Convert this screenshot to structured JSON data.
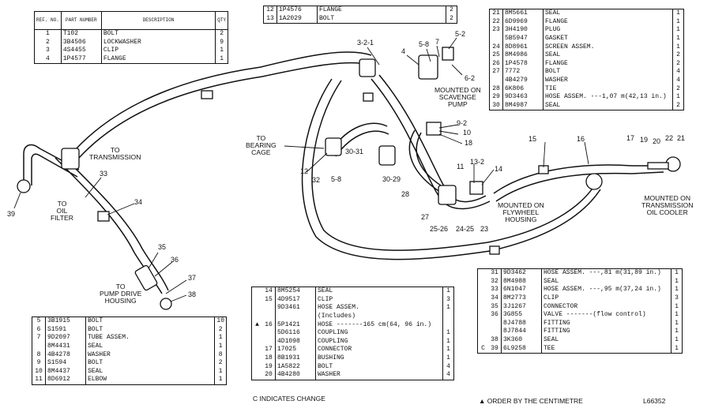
{
  "table_top_left": {
    "headers": {
      "ref": "REF. NO.",
      "part": "PART NUMBER",
      "desc": "DESCRIPTION",
      "qty": "QTY"
    },
    "rows": [
      {
        "ref": "1",
        "part": "T102",
        "desc": "BOLT",
        "qty": "2"
      },
      {
        "ref": "2",
        "part": "3B4506",
        "desc": "LOCKWASHER",
        "qty": "9"
      },
      {
        "ref": "3",
        "part": "4S4455",
        "desc": "CLIP",
        "qty": "1"
      },
      {
        "ref": "4",
        "part": "1P4577",
        "desc": "FLANGE",
        "qty": "1"
      }
    ]
  },
  "table_top_mid": {
    "rows": [
      {
        "ref": "12",
        "part": "1P4576",
        "desc": "FLANGE",
        "qty": "2"
      },
      {
        "ref": "13",
        "part": "1A2029",
        "desc": "BOLT",
        "qty": "2"
      }
    ]
  },
  "table_top_right": {
    "rows": [
      {
        "ref": "21",
        "part": "8M5661",
        "desc": "SEAL",
        "qty": "1"
      },
      {
        "ref": "22",
        "part": "6D9969",
        "desc": "FLANGE",
        "qty": "1"
      },
      {
        "ref": "23",
        "part": "3H4190",
        "desc": "PLUG",
        "qty": "1"
      },
      {
        "ref": "",
        "part": "5B5947",
        "desc": "GASKET",
        "qty": "1"
      },
      {
        "ref": "24",
        "part": "8D8961",
        "desc": "SCREEN ASSEM.",
        "qty": "1"
      },
      {
        "ref": "25",
        "part": "8M4986",
        "desc": "SEAL",
        "qty": "2"
      },
      {
        "ref": "26",
        "part": "1P4578",
        "desc": "FLANGE",
        "qty": "2"
      },
      {
        "ref": "27",
        "part": "7772",
        "desc": "BOLT",
        "qty": "4"
      },
      {
        "ref": "",
        "part": "4B4279",
        "desc": "WASHER",
        "qty": "4"
      },
      {
        "ref": "28",
        "part": "6K806",
        "desc": "TIE",
        "qty": "2"
      },
      {
        "ref": "29",
        "part": "9D3463",
        "desc": "HOSE ASSEM. ---1,07 m(42,13 in.)",
        "qty": "1"
      },
      {
        "ref": "30",
        "part": "8M4987",
        "desc": "SEAL",
        "qty": "2"
      }
    ]
  },
  "table_bottom_left": {
    "rows": [
      {
        "ref": "5",
        "part": "3B1915",
        "desc": "BOLT",
        "qty": "10"
      },
      {
        "ref": "6",
        "part": "S1591",
        "desc": "BOLT",
        "qty": "2"
      },
      {
        "ref": "7",
        "part": "9D2097",
        "desc": "TUBE ASSEM.",
        "qty": "1"
      },
      {
        "ref": "",
        "part": "8M4431",
        "desc": "SEAL",
        "qty": "1"
      },
      {
        "ref": "8",
        "part": "4B4278",
        "desc": "WASHER",
        "qty": "8"
      },
      {
        "ref": "9",
        "part": "S1594",
        "desc": "BOLT",
        "qty": "2"
      },
      {
        "ref": "10",
        "part": "8M4437",
        "desc": "SEAL",
        "qty": "1"
      },
      {
        "ref": "11",
        "part": "8D6912",
        "desc": "ELBOW",
        "qty": "1"
      }
    ]
  },
  "table_bottom_mid": {
    "rows": [
      {
        "c": "",
        "ref": "14",
        "part": "8M5254",
        "desc": "SEAL",
        "qty": "1"
      },
      {
        "c": "",
        "ref": "15",
        "part": "4D9517",
        "desc": "CLIP",
        "qty": "3"
      },
      {
        "c": "",
        "ref": "",
        "part": "9D3461",
        "desc": "HOSE ASSEM.",
        "qty": "1"
      },
      {
        "c": "",
        "ref": "",
        "part": "",
        "desc": "(Includes)",
        "qty": ""
      },
      {
        "c": "▲",
        "ref": "16",
        "part": "5P1421",
        "desc": "HOSE -------165 cm(64, 96 in.)",
        "qty": ""
      },
      {
        "c": "",
        "ref": "",
        "part": "5D6116",
        "desc": "COUPLING",
        "qty": "1"
      },
      {
        "c": "",
        "ref": "",
        "part": "4D1098",
        "desc": "COUPLING",
        "qty": "1"
      },
      {
        "c": "",
        "ref": "17",
        "part": "17025",
        "desc": "CONNECTOR",
        "qty": "1"
      },
      {
        "c": "",
        "ref": "18",
        "part": "8B1931",
        "desc": "BUSHING",
        "qty": "1"
      },
      {
        "c": "",
        "ref": "19",
        "part": "1A5822",
        "desc": "BOLT",
        "qty": "4"
      },
      {
        "c": "",
        "ref": "20",
        "part": "4B4280",
        "desc": "WASHER",
        "qty": "4"
      }
    ]
  },
  "table_bottom_right": {
    "rows": [
      {
        "c": "",
        "ref": "31",
        "part": "9D3462",
        "desc": "HOSE ASSEM. ---,81 m(31,89 in.)",
        "qty": "1"
      },
      {
        "c": "",
        "ref": "32",
        "part": "8M4988",
        "desc": "SEAL",
        "qty": "1"
      },
      {
        "c": "",
        "ref": "33",
        "part": "6N1047",
        "desc": "HOSE ASSEM. ---,95 m(37,24 in.)",
        "qty": "1"
      },
      {
        "c": "",
        "ref": "34",
        "part": "8M2773",
        "desc": "CLIP",
        "qty": "3"
      },
      {
        "c": "",
        "ref": "35",
        "part": "3J1267",
        "desc": "CONNECTOR",
        "qty": "1"
      },
      {
        "c": "",
        "ref": "36",
        "part": "3G855",
        "desc": "VALVE -------(flow control)",
        "qty": "1"
      },
      {
        "c": "",
        "ref": "",
        "part": "8J4788",
        "desc": "FITTING",
        "qty": "1"
      },
      {
        "c": "",
        "ref": "",
        "part": "8J7844",
        "desc": "FITTING",
        "qty": "1"
      },
      {
        "c": "",
        "ref": "38",
        "part": "3K360",
        "desc": "SEAL",
        "qty": "1"
      },
      {
        "c": "C",
        "ref": "39",
        "part": "6L9258",
        "desc": "TEE",
        "qty": "1"
      }
    ]
  },
  "labels": {
    "to_transmission": "TO\nTRANSMISSION",
    "to_oil_filter": "TO\nOIL\nFILTER",
    "to_pump_drive": "TO\nPUMP DRIVE\nHOUSING",
    "to_bearing_cage": "TO\nBEARING\nCAGE",
    "scavenge_pump": "MOUNTED ON\nSCAVENGE\nPUMP",
    "flywheel_housing": "MOUNTED ON\nFLYWHEEL\nHOUSING",
    "oil_cooler": "MOUNTED ON\nTRANSMISSION\nOIL COOLER"
  },
  "callouts": {
    "c1": "3-2-1",
    "c2": "5-8",
    "c3": "7",
    "c4": "5-2",
    "c5": "4",
    "c6": "6-2",
    "c7": "9-2",
    "c8": "10",
    "c9": "18",
    "c10": "30-31",
    "c11": "12",
    "c12": "32",
    "c13": "5-8",
    "c14": "30-29",
    "c15": "28",
    "c16": "11",
    "c17": "13-2",
    "c18": "14",
    "c19": "15",
    "c20": "16",
    "c21": "17",
    "c22": "19",
    "c23": "20",
    "c24": "22",
    "c25": "21",
    "c26": "27",
    "c27": "25-26",
    "c28": "24-25",
    "c29": "23",
    "c30": "33",
    "c31": "34",
    "c32": "39",
    "c33": "35",
    "c34": "36",
    "c35": "37",
    "c36": "38"
  },
  "footer": {
    "changes": "C INDICATES CHANGE",
    "order": "▲ ORDER BY THE CENTIMETRE",
    "code": "L66352"
  }
}
